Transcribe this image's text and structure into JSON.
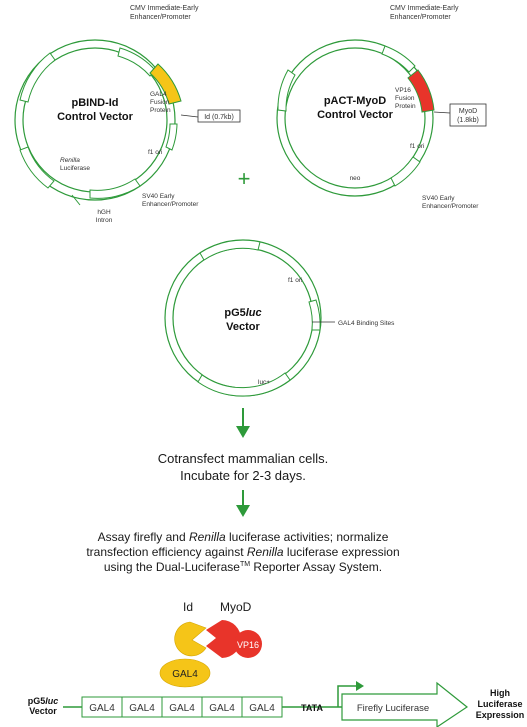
{
  "plasmid_bind": {
    "name_line1": "pBIND-Id",
    "name_line2": "Control Vector",
    "promoter_line1": "CMV Immediate-Early",
    "promoter_line2": "Enhancer/Promoter",
    "fusion_line1": "GAL4",
    "fusion_line2": "Fusion",
    "fusion_line3": "Protein",
    "insert_label": "Id (0.7kb)",
    "ori_label": "f1 ori",
    "renilla_line1": "Renilla",
    "renilla_line2": "Luciferase",
    "sv40_line1": "SV40 Early",
    "sv40_line2": "Enhancer/Promoter",
    "hgh_line1": "hGH",
    "hgh_line2": "Intron",
    "insert_color": "#f5c518"
  },
  "plus_sign": "+",
  "plasmid_act": {
    "name_line1": "pACT-MyoD",
    "name_line2": "Control Vector",
    "promoter_line1": "CMV Immediate-Early",
    "promoter_line2": "Enhancer/Promoter",
    "fusion_line1": "VP16",
    "fusion_line2": "Fusion",
    "fusion_line3": "Protein",
    "insert_line1": "MyoD",
    "insert_line2": "(1.8kb)",
    "ori_label": "f1 ori",
    "neo_label": "neo",
    "sv40_line1": "SV40 Early",
    "sv40_line2": "Enhancer/Promoter",
    "insert_color": "#e8342a"
  },
  "plasmid_g5": {
    "name_line1": "pG5",
    "name_italic": "luc",
    "name_line2": "Vector",
    "ori_label": "f1 ori",
    "binding_label": "GAL4 Binding Sites",
    "luc_label": "luc+"
  },
  "step1": {
    "line1": "Cotransfect mammalian cells.",
    "line2": "Incubate for 2-3 days."
  },
  "step2": {
    "line1_a": "Assay firefly and ",
    "line1_italic": "Renilla",
    "line1_b": " luciferase activities; normalize",
    "line2_a": "transfection efficiency against ",
    "line2_italic": "Renilla",
    "line2_b": " luciferase expression",
    "line3_a": "using the Dual-Luciferase",
    "line3_tm": "TM",
    "line3_b": " Reporter Assay System."
  },
  "mechanism": {
    "id_label": "Id",
    "myod_label": "MyoD",
    "vp16_label": "VP16",
    "gal4_label": "GAL4",
    "vector_line1": "pG5",
    "vector_italic": "luc",
    "vector_line2": "Vector",
    "boxes": [
      "GAL4",
      "GAL4",
      "GAL4",
      "GAL4",
      "GAL4"
    ],
    "tata_label": "TATA",
    "reporter_label": "Firefly Luciferase",
    "result_line1": "High",
    "result_line2": "Luciferase",
    "result_line3": "Expression",
    "id_color": "#f5c518",
    "myod_color": "#e8342a",
    "gal4_color": "#f5c518"
  }
}
